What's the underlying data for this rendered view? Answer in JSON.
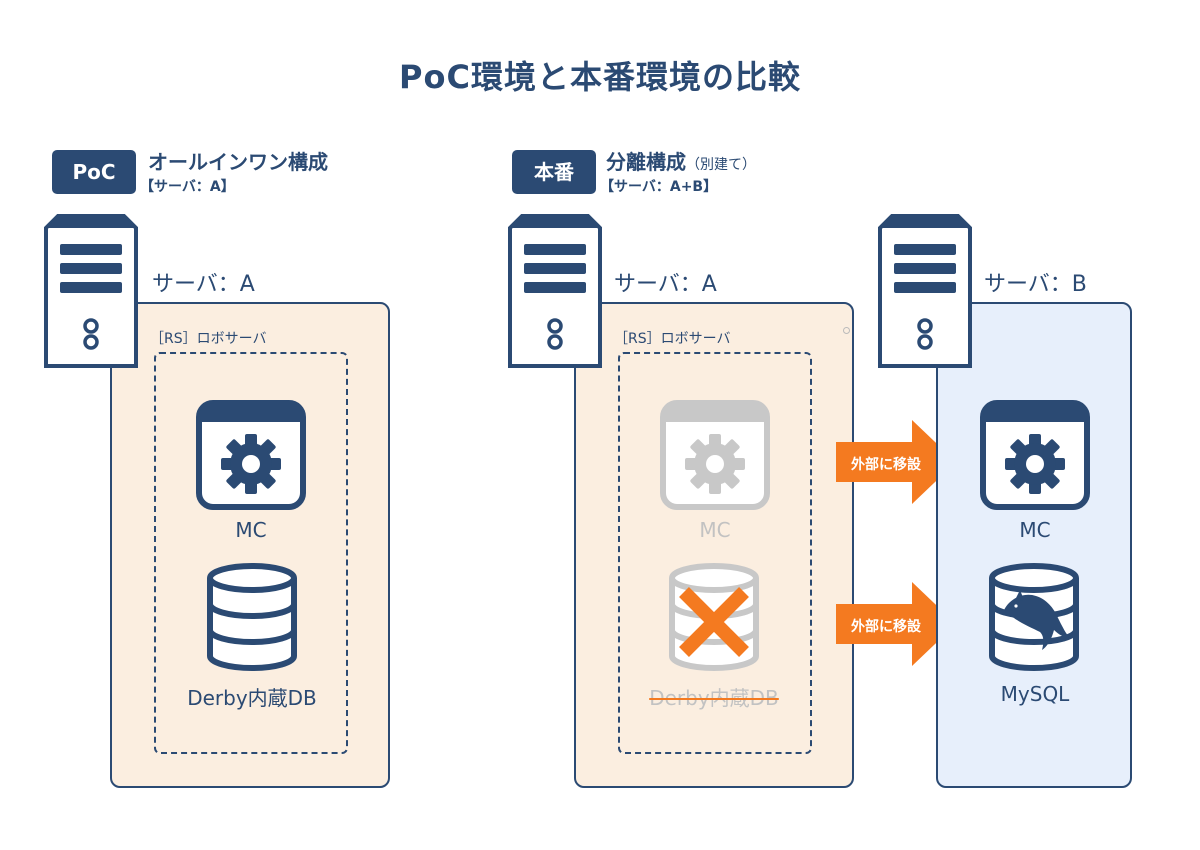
{
  "title": "PoC環境と本番環境の比較",
  "poc": {
    "tag": "PoC",
    "heading": "オールインワン構成",
    "subheading": "【サーバ：A】",
    "server_label": "サーバ：A",
    "rs_label": "［RS］ロボサーバ",
    "mc_label": "MC",
    "db_label": "Derby内蔵DB"
  },
  "prod": {
    "tag": "本番",
    "heading": "分離構成",
    "heading_note": "（別建て）",
    "subheading": "【サーバ：A+B】",
    "server_a": {
      "server_label": "サーバ：A",
      "rs_label": "［RS］ロボサーバ",
      "mc_label": "MC",
      "db_label": "Derby内蔵DB"
    },
    "server_b": {
      "server_label": "サーバ：B",
      "mc_label": "MC",
      "db_label": "MySQL"
    },
    "arrow_labels": [
      "外部に移設",
      "外部に移設"
    ]
  },
  "colors": {
    "navy": "#2b4a73",
    "beige": "#fbeee0",
    "light_blue": "#e7effb",
    "orange": "#f47a20",
    "gray": "#c8c8c8"
  },
  "icons": [
    "server-icon",
    "gear-window-icon",
    "database-icon",
    "cross-icon",
    "mysql-dolphin-icon",
    "arrow-right-icon"
  ]
}
